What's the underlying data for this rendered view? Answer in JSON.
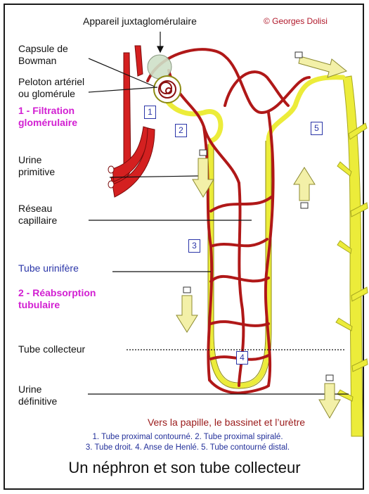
{
  "copyright": "© Georges Dolisi",
  "labels": {
    "appareil": "Appareil juxtaglomérulaire",
    "capsule_1": "Capsule de",
    "capsule_2": "Bowman",
    "peloton_1": "Peloton artériel",
    "peloton_2": "ou glomérule",
    "filtration_1": "1 - Filtration",
    "filtration_2": "glomérulaire",
    "urine_prim_1": "Urine",
    "urine_prim_2": "primitive",
    "reseau_1": "Réseau",
    "reseau_2": "capillaire",
    "tube_urinifere": "Tube urinifère",
    "reabsorption_1": "2 - Réabsorption",
    "reabsorption_2": "tubulaire",
    "tube_collecteur": "Tube collecteur",
    "urine_def_1": "Urine",
    "urine_def_2": "définitive"
  },
  "numbers": [
    "1",
    "2",
    "3",
    "4",
    "5"
  ],
  "destination": "Vers la papille, le bassinet et l’urètre",
  "legend": {
    "line1": "1. Tube proximal contourné. 2. Tube proximal spiralé.",
    "line2": "3. Tube droit. 4. Anse de Henlé. 5. Tube contourné distal."
  },
  "title": "Un néphron et son tube collecteur",
  "colors": {
    "vessel": "#d42020",
    "capillary": "#b01818",
    "tubule": "#ecec3a",
    "arrow": "#f3f0a8",
    "text_pink": "#d21fd2",
    "text_blue": "#2a35a8"
  }
}
